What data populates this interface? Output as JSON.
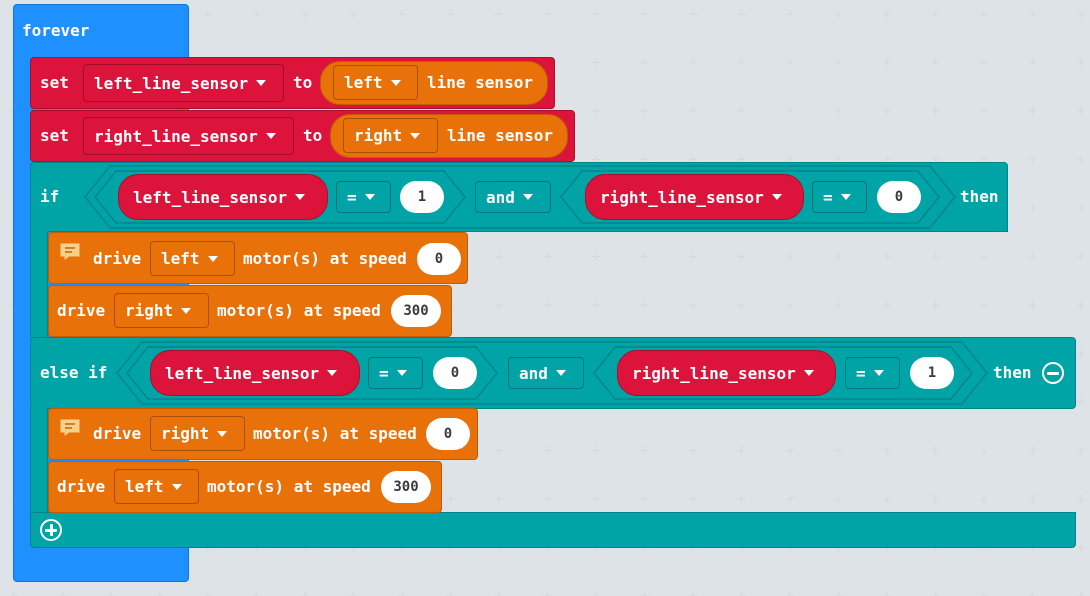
{
  "colors": {
    "workspace_bg": "#ecf0f1",
    "loops_blue": "#1e90ff",
    "variables_red": "#dc143c",
    "logic_teal": "#00a4a6",
    "motor_orange": "#e8710a",
    "number_field": "#ffffff"
  },
  "forever": {
    "label": "forever"
  },
  "set1": {
    "set_label": "set",
    "variable": "left_line_sensor",
    "to_label": "to",
    "sensor_choice": "left",
    "sensor_text": "line sensor"
  },
  "set2": {
    "set_label": "set",
    "variable": "right_line_sensor",
    "to_label": "to",
    "sensor_choice": "right",
    "sensor_text": "line sensor"
  },
  "if_block": {
    "if_label": "if",
    "cond_a": {
      "variable": "left_line_sensor",
      "operator": "=",
      "value": "1"
    },
    "logic_op": "and",
    "cond_b": {
      "variable": "right_line_sensor",
      "operator": "=",
      "value": "0"
    },
    "then_label": "then"
  },
  "drive1": {
    "drive_label": "drive",
    "motor": "left",
    "suffix": "motor(s) at speed",
    "speed": "0"
  },
  "drive2": {
    "drive_label": "drive",
    "motor": "right",
    "suffix": "motor(s) at speed",
    "speed": "300"
  },
  "elseif_block": {
    "label": "else if",
    "cond_a": {
      "variable": "left_line_sensor",
      "operator": "=",
      "value": "0"
    },
    "logic_op": "and",
    "cond_b": {
      "variable": "right_line_sensor",
      "operator": "=",
      "value": "1"
    },
    "then_label": "then"
  },
  "drive3": {
    "drive_label": "drive",
    "motor": "right",
    "suffix": "motor(s) at speed",
    "speed": "0"
  },
  "drive4": {
    "drive_label": "drive",
    "motor": "left",
    "suffix": "motor(s) at speed",
    "speed": "300"
  },
  "icons": {
    "remove": "minus-circle-icon",
    "add": "plus-circle-icon",
    "comment": "comment-icon",
    "dropdown": "caret-down-icon"
  }
}
